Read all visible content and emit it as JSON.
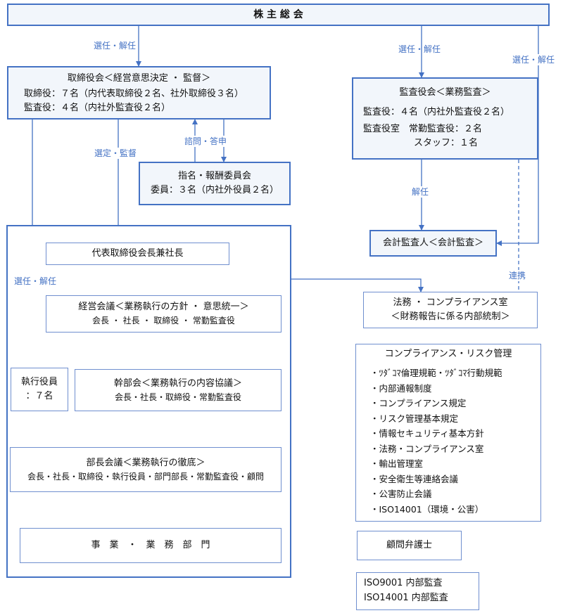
{
  "shareholders_meeting": "株 主 総 会",
  "board": {
    "title": "取締役会＜経営意思決定 ・ 監督＞",
    "directors": "取締役：７名（内代表取締役２名、社外取締役３名）",
    "auditors": "監査役：４名（内社外監査役２名）"
  },
  "audit_board": {
    "title": "監査役会＜業務監査＞",
    "auditors": "監査役：４名（内社外監査役２名）",
    "office": "監査役室　常勤監査役：２名",
    "staff": "スタッフ：１名"
  },
  "nomination_committee": {
    "title": "指名・報酬委員会",
    "members": "委員：３名（内社外役員２名）"
  },
  "external_auditor": "会計監査人＜会計監査＞",
  "president": "代表取締役会長兼社長",
  "legal_compliance": {
    "line1": "法務 ・ コンプライアンス室",
    "line2": "＜財務報告に係る内部統制＞"
  },
  "management_meeting": {
    "title": "経営会議＜業務執行の方針 ・ 意思統一＞",
    "members": "会長 ・ 社長 ・ 取締役 ・ 常勤監査役"
  },
  "executive_officers": {
    "line1": "執行役員",
    "line2": "：７名"
  },
  "executive_committee": {
    "title": "幹部会＜業務執行の内容協議＞",
    "members": "会長・社長・取締役・常勤監査役"
  },
  "department_heads": {
    "title": "部長会議＜業務執行の徹底＞",
    "members": "会長・社長・取締役・執行役員・部門部長・常勤監査役・顧問"
  },
  "business_departments": "事　業　・　業　務　部　門",
  "compliance_risk": {
    "title": "コンプライアンス・リスク管理",
    "items": [
      "・ﾂﾀﾞｺﾏ倫理規範・ﾂﾀﾞｺﾏ行動規範",
      "・内部通報制度",
      "・コンプライアンス規定",
      "・リスク管理基本規定",
      "・情報セキュリティ基本方針",
      "・法務・コンプライアンス室",
      "・輸出管理室",
      "・安全衛生等連絡会議",
      "・公害防止会議",
      "・ISO14001（環境・公害）"
    ]
  },
  "legal_advisor": "顧問弁護士",
  "iso_audits": [
    "ISO9001 内部監査",
    "ISO14001 内部監査"
  ],
  "labels": {
    "elect_dismiss_board": "選任・解任",
    "elect_dismiss_audit": "選任・解任",
    "elect_dismiss_external": "選任・解任",
    "consult_report": "諮問・答申",
    "select_supervise": "選定・監督",
    "elect_dismiss_officers": "選任・解任",
    "dismiss": "解任",
    "cooperation": "連携"
  },
  "colors": {
    "line": "#4472c4",
    "box_fill": "#f2f6fb",
    "border": "#4472c4"
  }
}
